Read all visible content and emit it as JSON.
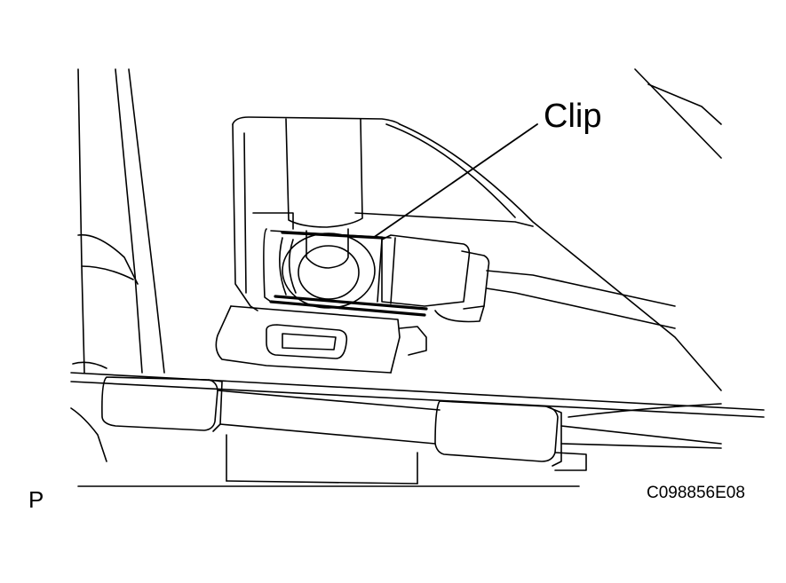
{
  "callout": {
    "label": "Clip"
  },
  "view_marker": "P",
  "figure_code": "C098856E08",
  "colors": {
    "line": "#000000",
    "background": "#ffffff"
  }
}
